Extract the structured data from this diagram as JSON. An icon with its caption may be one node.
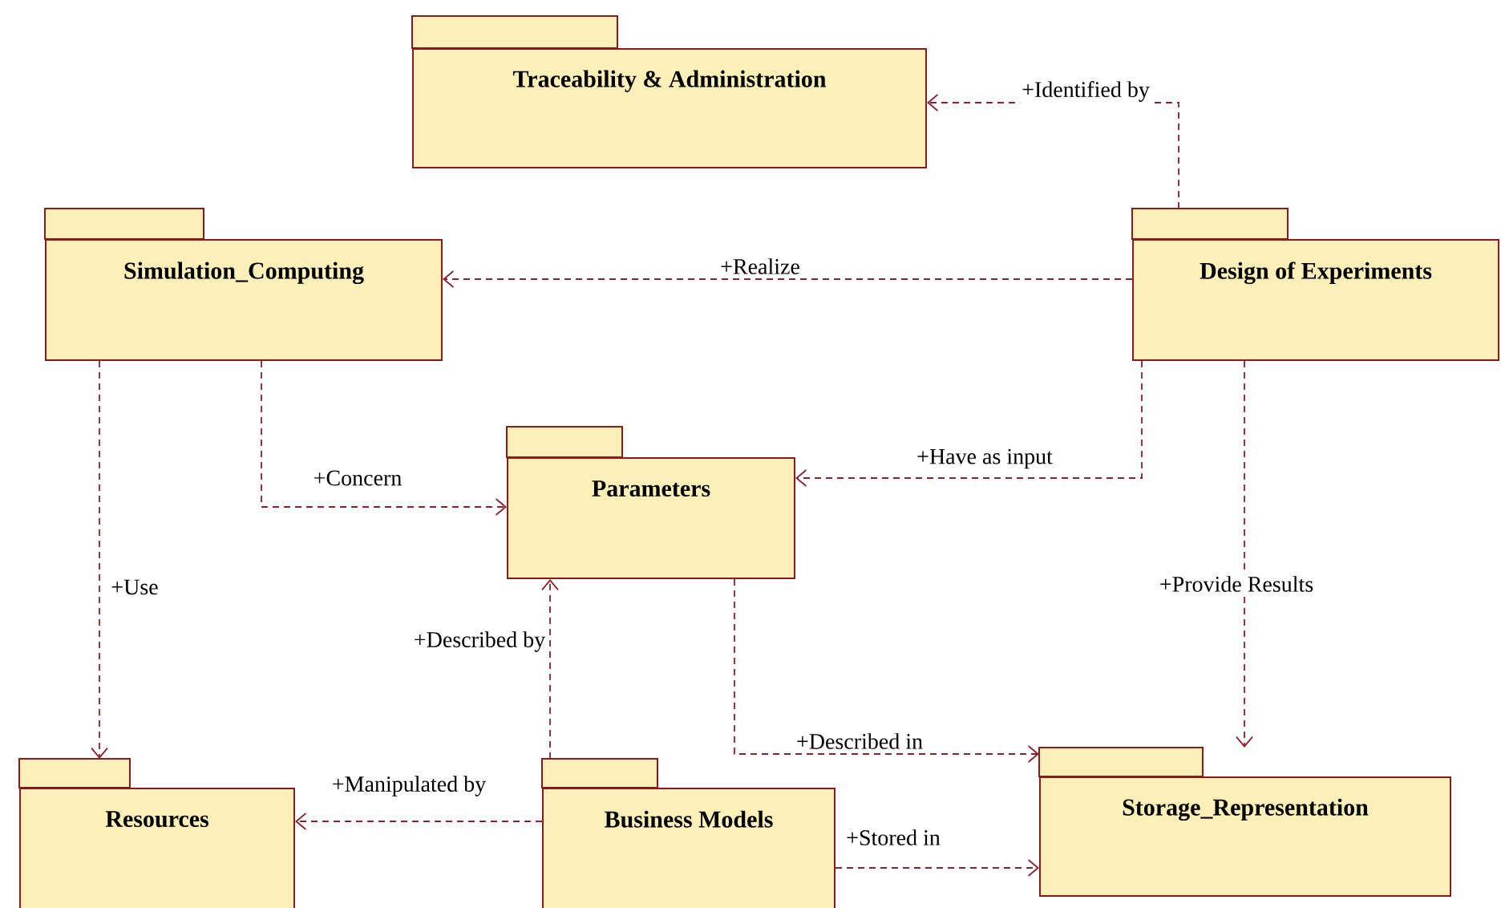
{
  "diagram": {
    "nodes": [
      {
        "text": [
          "Traceability & Administration"
        ]
      },
      {
        "text": [
          "Simulation_Computing"
        ]
      },
      {
        "text": [
          "Design of Experiments"
        ]
      },
      {
        "text": [
          "Parameters"
        ]
      },
      {
        "text": [
          "Resources"
        ]
      },
      {
        "text": [
          "Business Models"
        ]
      },
      {
        "text": [
          "Storage_Representation"
        ]
      }
    ],
    "edges": [
      {
        "from": 2,
        "to": 0,
        "arrow": "to",
        "label": "+Identified by",
        "style": "dashed"
      },
      {
        "from": 2,
        "to": 1,
        "arrow": "to",
        "label": "+Realize",
        "style": "dashed"
      },
      {
        "from": 1,
        "to": 4,
        "arrow": "to",
        "label": "+Use",
        "style": "dashed"
      },
      {
        "from": 1,
        "to": 3,
        "arrow": "to",
        "label": "+Concern",
        "style": "dashed"
      },
      {
        "from": 2,
        "to": 3,
        "arrow": "to",
        "label": "+Have as input",
        "style": "dashed"
      },
      {
        "from": 2,
        "to": 6,
        "arrow": "to",
        "label": "+Provide Results",
        "style": "dashed"
      },
      {
        "from": 5,
        "to": 3,
        "arrow": "to",
        "label": "+Described by",
        "style": "dashed"
      },
      {
        "from": 3,
        "to": 6,
        "arrow": "to",
        "label": "+Described in",
        "style": "dashed"
      },
      {
        "from": 5,
        "to": 4,
        "arrow": "to",
        "label": "+Manipulated by",
        "style": "dashed"
      },
      {
        "from": 5,
        "to": 6,
        "arrow": "to",
        "label": "+Stored in",
        "style": "dashed"
      }
    ]
  }
}
